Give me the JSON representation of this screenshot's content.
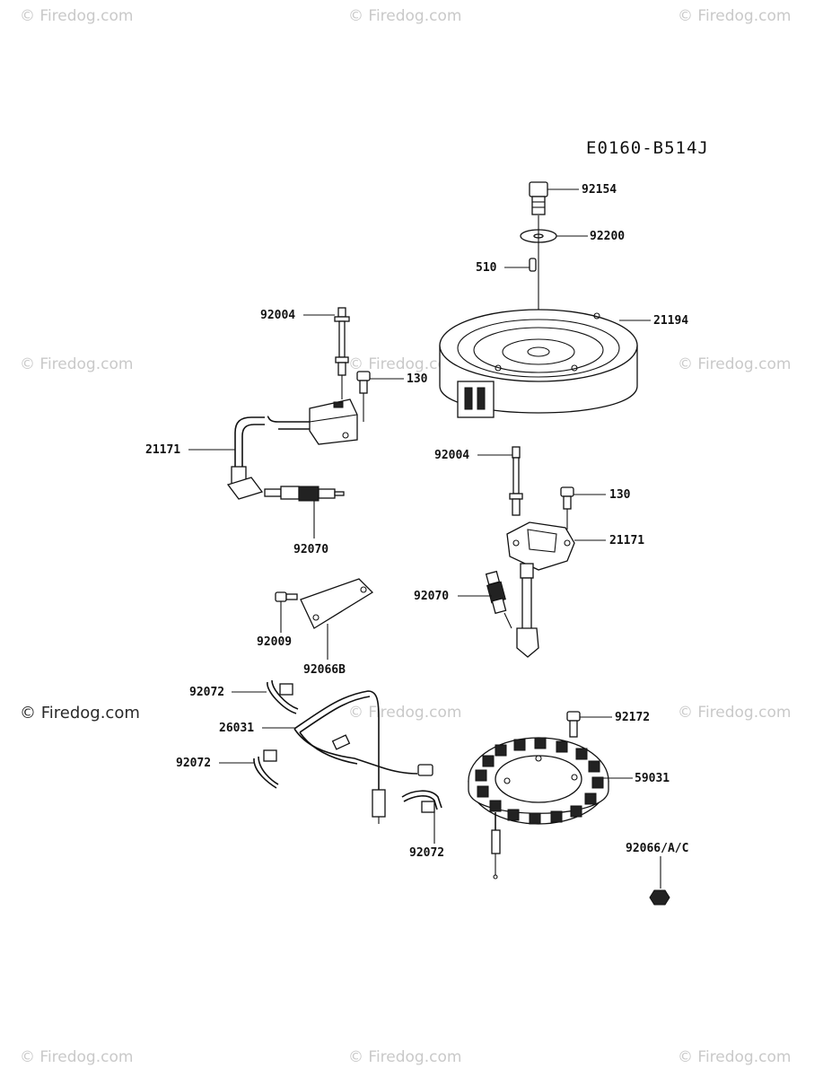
{
  "diagram_code": "E0160-B514J",
  "watermark": "© Firedog.com",
  "parts": {
    "bolt_top": "92154",
    "washer_top": "92200",
    "key": "510",
    "flywheel": "21194",
    "stud_left": "92004",
    "bolt_left": "130",
    "coil_left": "21171",
    "plug_left": "92070",
    "stud_right": "92004",
    "bolt_right": "130",
    "coil_right": "21171",
    "plug_right": "92070",
    "screw_plate": "92009",
    "plate": "92066B",
    "clamp_a": "92072",
    "harness": "26031",
    "clamp_b": "92072",
    "clamp_c": "92072",
    "stator_bolt": "92172",
    "stator": "59031",
    "nut": "92066/A/C"
  }
}
